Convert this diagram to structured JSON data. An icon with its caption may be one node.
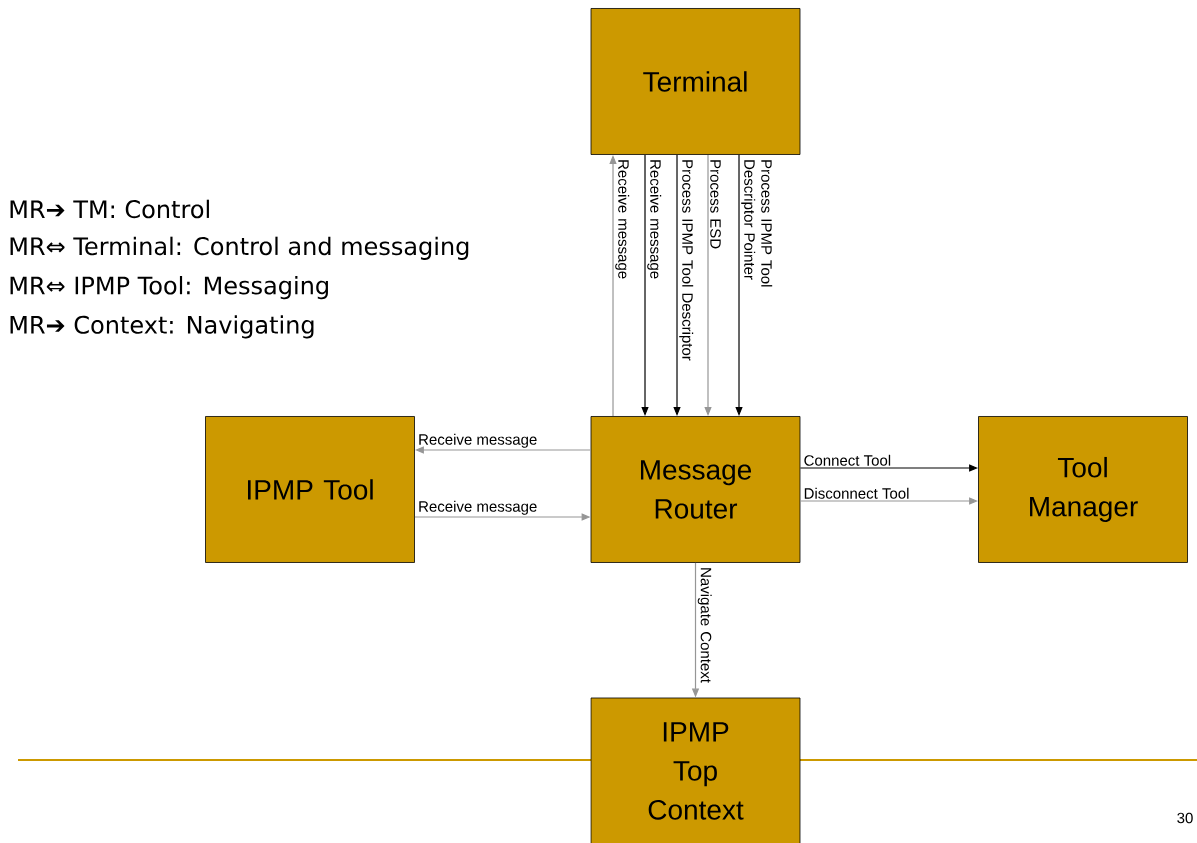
{
  "diagram": {
    "nodes": [
      {
        "text": [
          "Terminal"
        ]
      },
      {
        "text": [
          "IPMP Tool"
        ]
      },
      {
        "text": [
          "Message Router"
        ]
      },
      {
        "text": [
          "Tool Manager"
        ]
      },
      {
        "text": [
          "IPMP Top Context"
        ]
      }
    ],
    "edges": [
      {
        "from": 2,
        "to": 0,
        "arrow": "to",
        "label": "Receive message"
      },
      {
        "from": 0,
        "to": 2,
        "arrow": "to",
        "label": "Receive message",
        "color": "#000000"
      },
      {
        "from": 0,
        "to": 2,
        "arrow": "to",
        "label": "Process IPMP Tool Descriptor",
        "color": "#000000"
      },
      {
        "from": 0,
        "to": 2,
        "arrow": "to",
        "label": "Process ESD"
      },
      {
        "from": 0,
        "to": 2,
        "arrow": "to",
        "label": "Process IPMP Tool Descriptor Pointer",
        "color": "#000000"
      },
      {
        "from": 2,
        "to": 1,
        "arrow": "to",
        "label": "Receive message"
      },
      {
        "from": 1,
        "to": 2,
        "arrow": "to",
        "label": "Receive message"
      },
      {
        "from": 2,
        "to": 3,
        "arrow": "to",
        "label": "Connect Tool",
        "color": "#000000"
      },
      {
        "from": 2,
        "to": 3,
        "arrow": "to",
        "label": "Disconnect Tool"
      },
      {
        "from": 2,
        "to": 4,
        "arrow": "to",
        "label": "Navigate Context"
      }
    ],
    "labels": [
      "MR➔ TM: Control",
      "MR⇔ Terminal: Control and messaging",
      "MR⇔ IPMP Tool: Messaging",
      "MR➔ Context: Navigating",
      "30"
    ]
  }
}
